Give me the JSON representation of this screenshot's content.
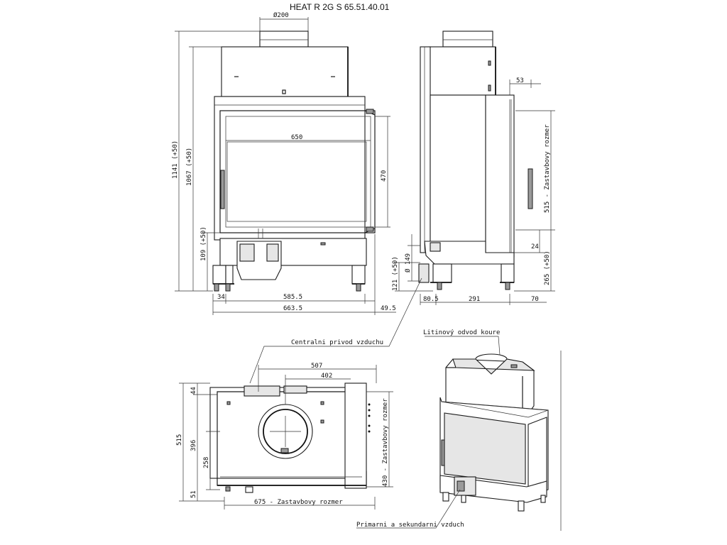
{
  "title": "HEAT R 2G S 65.51.40.01",
  "front_view": {
    "d_flue": "Ø200",
    "h_total": "1141 (+50)",
    "h_door_top": "1067 (+50)",
    "h_base": "109 (+50)",
    "w_glass": "650",
    "h_glass": "470",
    "w_leg_offset": "34",
    "w_legs": "585.5",
    "w_body": "663.5",
    "w_side_glass": "49.5"
  },
  "side_view": {
    "depth_top": "53",
    "install_depth": "515 - Zastavbovy rozmer",
    "h_side_glass_bottom": "24",
    "h_bottom": "265 (+50)",
    "h_air_inlet": "121 (+50)",
    "d_air_inlet": "Ø 149",
    "w_front": "80.5",
    "w_mid": "291",
    "w_back": "70"
  },
  "plan_view": {
    "w_507": "507",
    "w_402": "402",
    "d_44": "44",
    "d_515": "515",
    "d_396": "396",
    "d_258": "258",
    "d_51": "51",
    "install_width": "675 - Zastavbovy rozmer",
    "install_depth": "430 - Zastavbovy rozmer"
  },
  "annotations": {
    "central_air": "Centralni privod vzduchu",
    "cast_flue": "Litinový odvod koure",
    "primary_air": "Primarni a sekundarni vzduch"
  }
}
